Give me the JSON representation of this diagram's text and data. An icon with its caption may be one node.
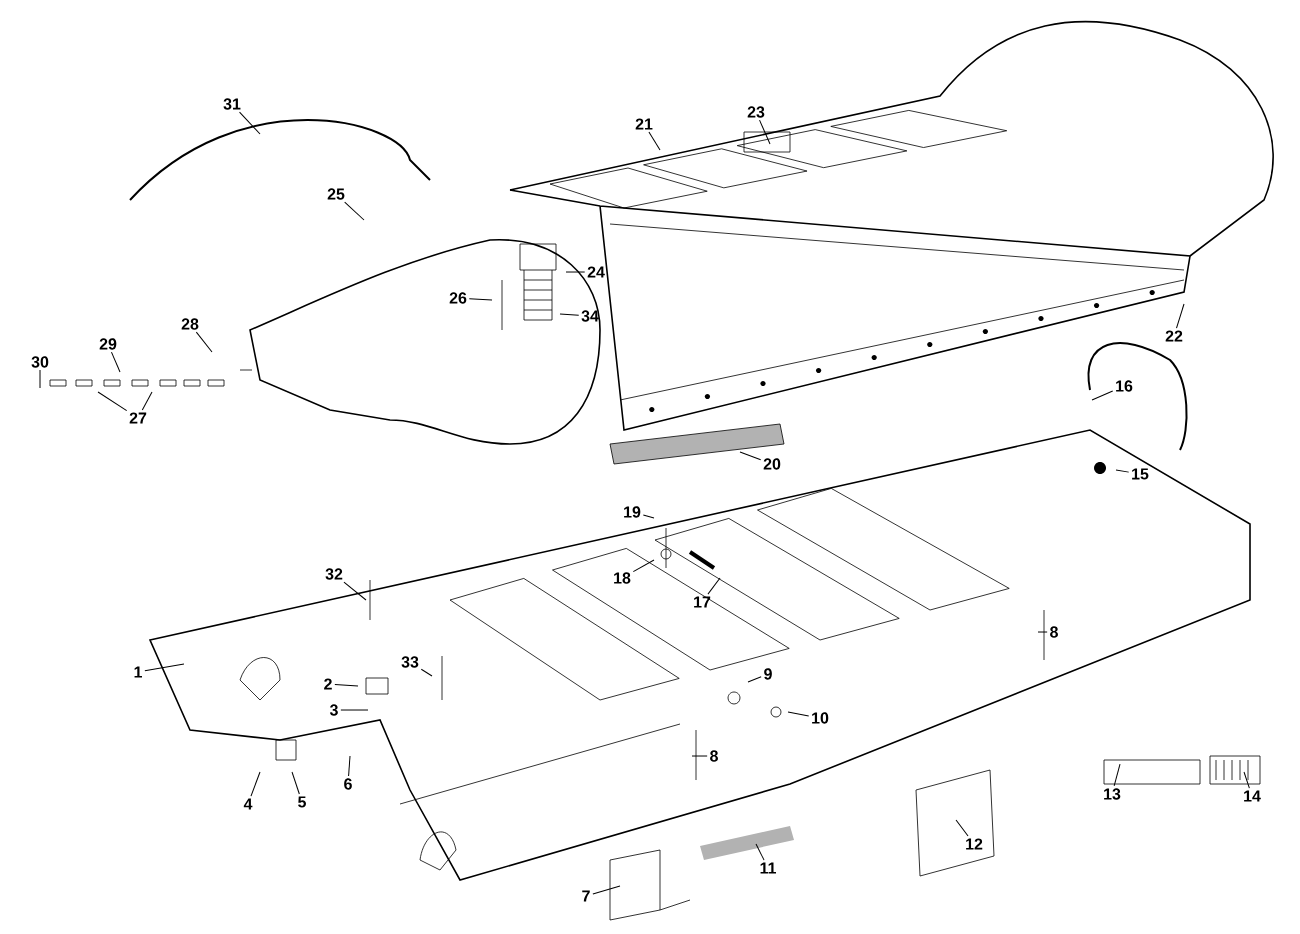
{
  "diagram": {
    "nodes": [
      {
        "text": [
          "31"
        ]
      },
      {
        "text": [
          "21"
        ]
      },
      {
        "text": [
          "23"
        ]
      },
      {
        "text": [
          "25"
        ]
      },
      {
        "text": [
          "24"
        ]
      },
      {
        "text": [
          "26"
        ]
      },
      {
        "text": [
          "34"
        ]
      },
      {
        "text": [
          "22"
        ]
      },
      {
        "text": [
          "28"
        ]
      },
      {
        "text": [
          "29"
        ]
      },
      {
        "text": [
          "30"
        ]
      },
      {
        "text": [
          "27"
        ]
      },
      {
        "text": [
          "16"
        ]
      },
      {
        "text": [
          "20"
        ]
      },
      {
        "text": [
          "15"
        ]
      },
      {
        "text": [
          "19"
        ]
      },
      {
        "text": [
          "18"
        ]
      },
      {
        "text": [
          "17"
        ]
      },
      {
        "text": [
          "32"
        ]
      },
      {
        "text": [
          "8"
        ]
      },
      {
        "text": [
          "1"
        ]
      },
      {
        "text": [
          "33"
        ]
      },
      {
        "text": [
          "2"
        ]
      },
      {
        "text": [
          "3"
        ]
      },
      {
        "text": [
          "9"
        ]
      },
      {
        "text": [
          "10"
        ]
      },
      {
        "text": [
          "8"
        ]
      },
      {
        "text": [
          "6"
        ]
      },
      {
        "text": [
          "5"
        ]
      },
      {
        "text": [
          "4"
        ]
      },
      {
        "text": [
          "13"
        ]
      },
      {
        "text": [
          "14"
        ]
      },
      {
        "text": [
          "12"
        ]
      },
      {
        "text": [
          "11"
        ]
      },
      {
        "text": [
          "7"
        ]
      }
    ],
    "edges": [
      {
        "from": 0,
        "to": null,
        "arrow": "none"
      },
      {
        "from": 1,
        "to": null,
        "arrow": "none"
      },
      {
        "from": 2,
        "to": null,
        "arrow": "none"
      },
      {
        "from": 3,
        "to": null,
        "arrow": "none"
      },
      {
        "from": 4,
        "to": null,
        "arrow": "none"
      },
      {
        "from": 5,
        "to": null,
        "arrow": "none"
      },
      {
        "from": 6,
        "to": null,
        "arrow": "none"
      },
      {
        "from": 7,
        "to": null,
        "arrow": "none"
      },
      {
        "from": 8,
        "to": null,
        "arrow": "none"
      },
      {
        "from": 9,
        "to": null,
        "arrow": "none"
      },
      {
        "from": 10,
        "to": null,
        "arrow": "none"
      },
      {
        "from": 11,
        "to": null,
        "arrow": "none"
      },
      {
        "from": 11,
        "to": null,
        "arrow": "none"
      },
      {
        "from": 12,
        "to": null,
        "arrow": "none"
      },
      {
        "from": 13,
        "to": null,
        "arrow": "none"
      },
      {
        "from": 14,
        "to": null,
        "arrow": "none"
      },
      {
        "from": 15,
        "to": null,
        "arrow": "none"
      },
      {
        "from": 16,
        "to": null,
        "arrow": "none"
      },
      {
        "from": 17,
        "to": null,
        "arrow": "none"
      },
      {
        "from": 18,
        "to": null,
        "arrow": "none"
      },
      {
        "from": 19,
        "to": null,
        "arrow": "none"
      },
      {
        "from": 20,
        "to": null,
        "arrow": "none"
      },
      {
        "from": 21,
        "to": null,
        "arrow": "none"
      },
      {
        "from": 22,
        "to": null,
        "arrow": "none"
      },
      {
        "from": 23,
        "to": null,
        "arrow": "none"
      },
      {
        "from": 24,
        "to": null,
        "arrow": "none"
      },
      {
        "from": 25,
        "to": null,
        "arrow": "none"
      },
      {
        "from": 26,
        "to": null,
        "arrow": "none"
      },
      {
        "from": 27,
        "to": null,
        "arrow": "none"
      },
      {
        "from": 28,
        "to": null,
        "arrow": "none"
      },
      {
        "from": 29,
        "to": null,
        "arrow": "none"
      },
      {
        "from": 30,
        "to": null,
        "arrow": "none"
      },
      {
        "from": 31,
        "to": null,
        "arrow": "none"
      },
      {
        "from": 32,
        "to": null,
        "arrow": "none"
      },
      {
        "from": 33,
        "to": null,
        "arrow": "none"
      },
      {
        "from": 34,
        "to": null,
        "arrow": "none"
      }
    ]
  }
}
